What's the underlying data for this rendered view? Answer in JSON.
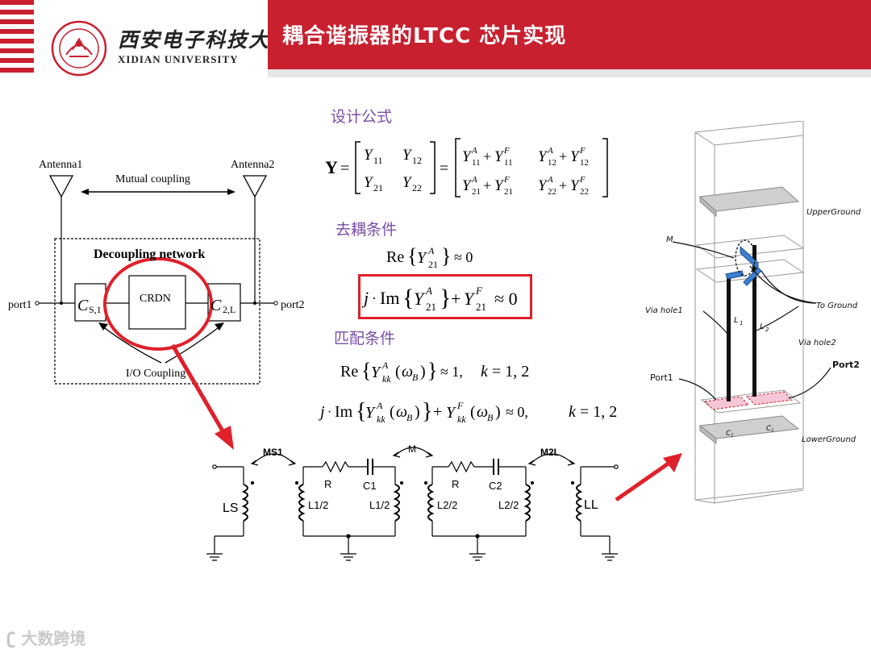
{
  "header": {
    "title": "耦合谐振器的LTCC 芯片实现",
    "university_cn": "西安电子科技大学",
    "university_en": "XIDIAN UNIVERSITY",
    "brand_color": "#c8202f"
  },
  "sections": {
    "design_formula": "设计公式",
    "decoupling_condition": "去耦条件",
    "matching_condition": "匹配条件"
  },
  "block_diagram": {
    "antenna1": "Antenna1",
    "antenna2": "Antenna2",
    "mutual_coupling": "Mutual coupling",
    "decoupling_network": "Decoupling network",
    "crdn": "CRDN",
    "port1": "port1",
    "port2": "port2",
    "io_coupling": "I/O Coupling",
    "cs1": "C",
    "cs1_sub": "S,1",
    "c2l": "C",
    "c2l_sub": "2,L"
  },
  "circuit": {
    "ms1": "MS1",
    "m": "M",
    "m2l": "M2L",
    "ls": "LS",
    "ll": "LL",
    "r1": "R",
    "r2": "R",
    "c1": "C1",
    "c2": "C2",
    "l1a": "L1/2",
    "l1b": "L1/2",
    "l2a": "L2/2",
    "l2b": "L2/2"
  },
  "ltcc": {
    "upper_ground": "UpperGround",
    "lower_ground": "LowerGround",
    "m": "M",
    "to_ground": "To Ground",
    "via_hole1": "Via hole1",
    "via_hole2": "Via hole2",
    "l1": "L",
    "l1_sub": "1",
    "l2": "L",
    "l2_sub": "2",
    "port1": "Port1",
    "port2": "Port2",
    "c1": "C",
    "c1_sub": "1",
    "c2": "C",
    "c2_sub": "1"
  },
  "watermark": "大数跨境"
}
